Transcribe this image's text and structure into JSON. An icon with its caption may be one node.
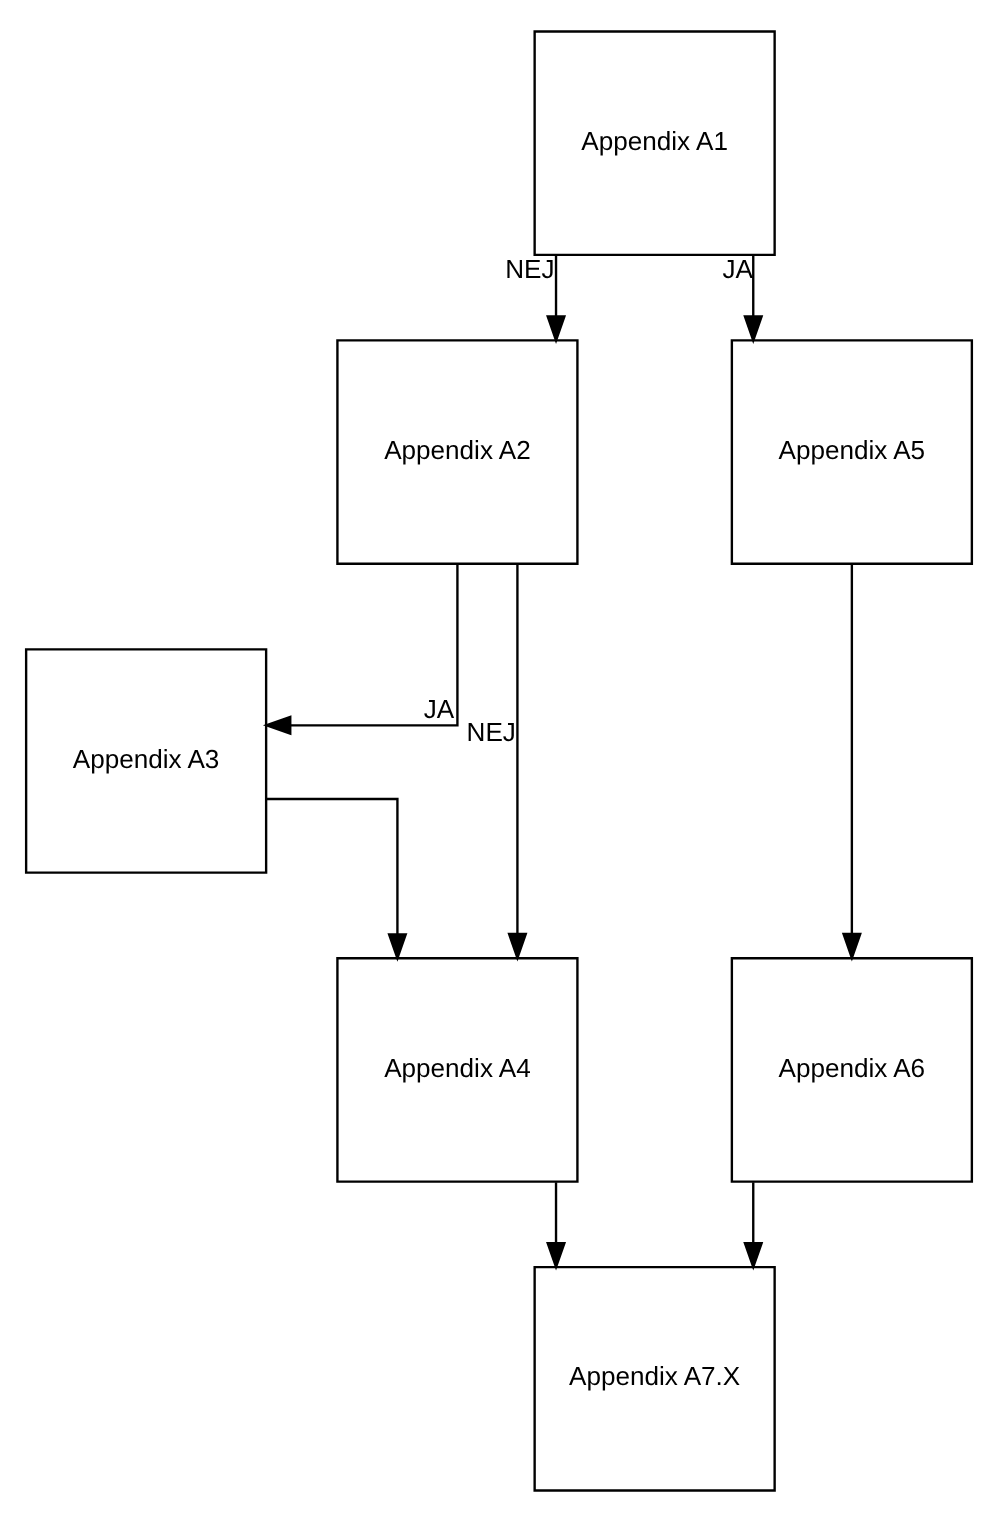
{
  "diagram": {
    "nodes": [
      {
        "text": [
          "Appendix A1"
        ]
      },
      {
        "text": [
          "Appendix A2"
        ]
      },
      {
        "text": [
          "Appendix A5"
        ]
      },
      {
        "text": [
          "Appendix A3"
        ]
      },
      {
        "text": [
          "Appendix A6"
        ]
      },
      {
        "text": [
          "Appendix A4"
        ]
      },
      {
        "text": [
          "Appendix A7.X"
        ]
      }
    ],
    "edges": [
      {
        "from": 0,
        "to": 1,
        "arrow": "to",
        "label": "NEJ"
      },
      {
        "from": 0,
        "to": 2,
        "arrow": "to",
        "label": "JA"
      },
      {
        "from": 1,
        "to": 3,
        "arrow": "to",
        "label": "JA"
      },
      {
        "from": 1,
        "to": 5,
        "arrow": "to",
        "label": "NEJ"
      },
      {
        "from": 3,
        "to": 5,
        "arrow": "to"
      },
      {
        "from": 2,
        "to": 4,
        "arrow": "to"
      },
      {
        "from": 5,
        "to": 6,
        "arrow": "to"
      },
      {
        "from": 4,
        "to": 6,
        "arrow": "to"
      }
    ]
  }
}
